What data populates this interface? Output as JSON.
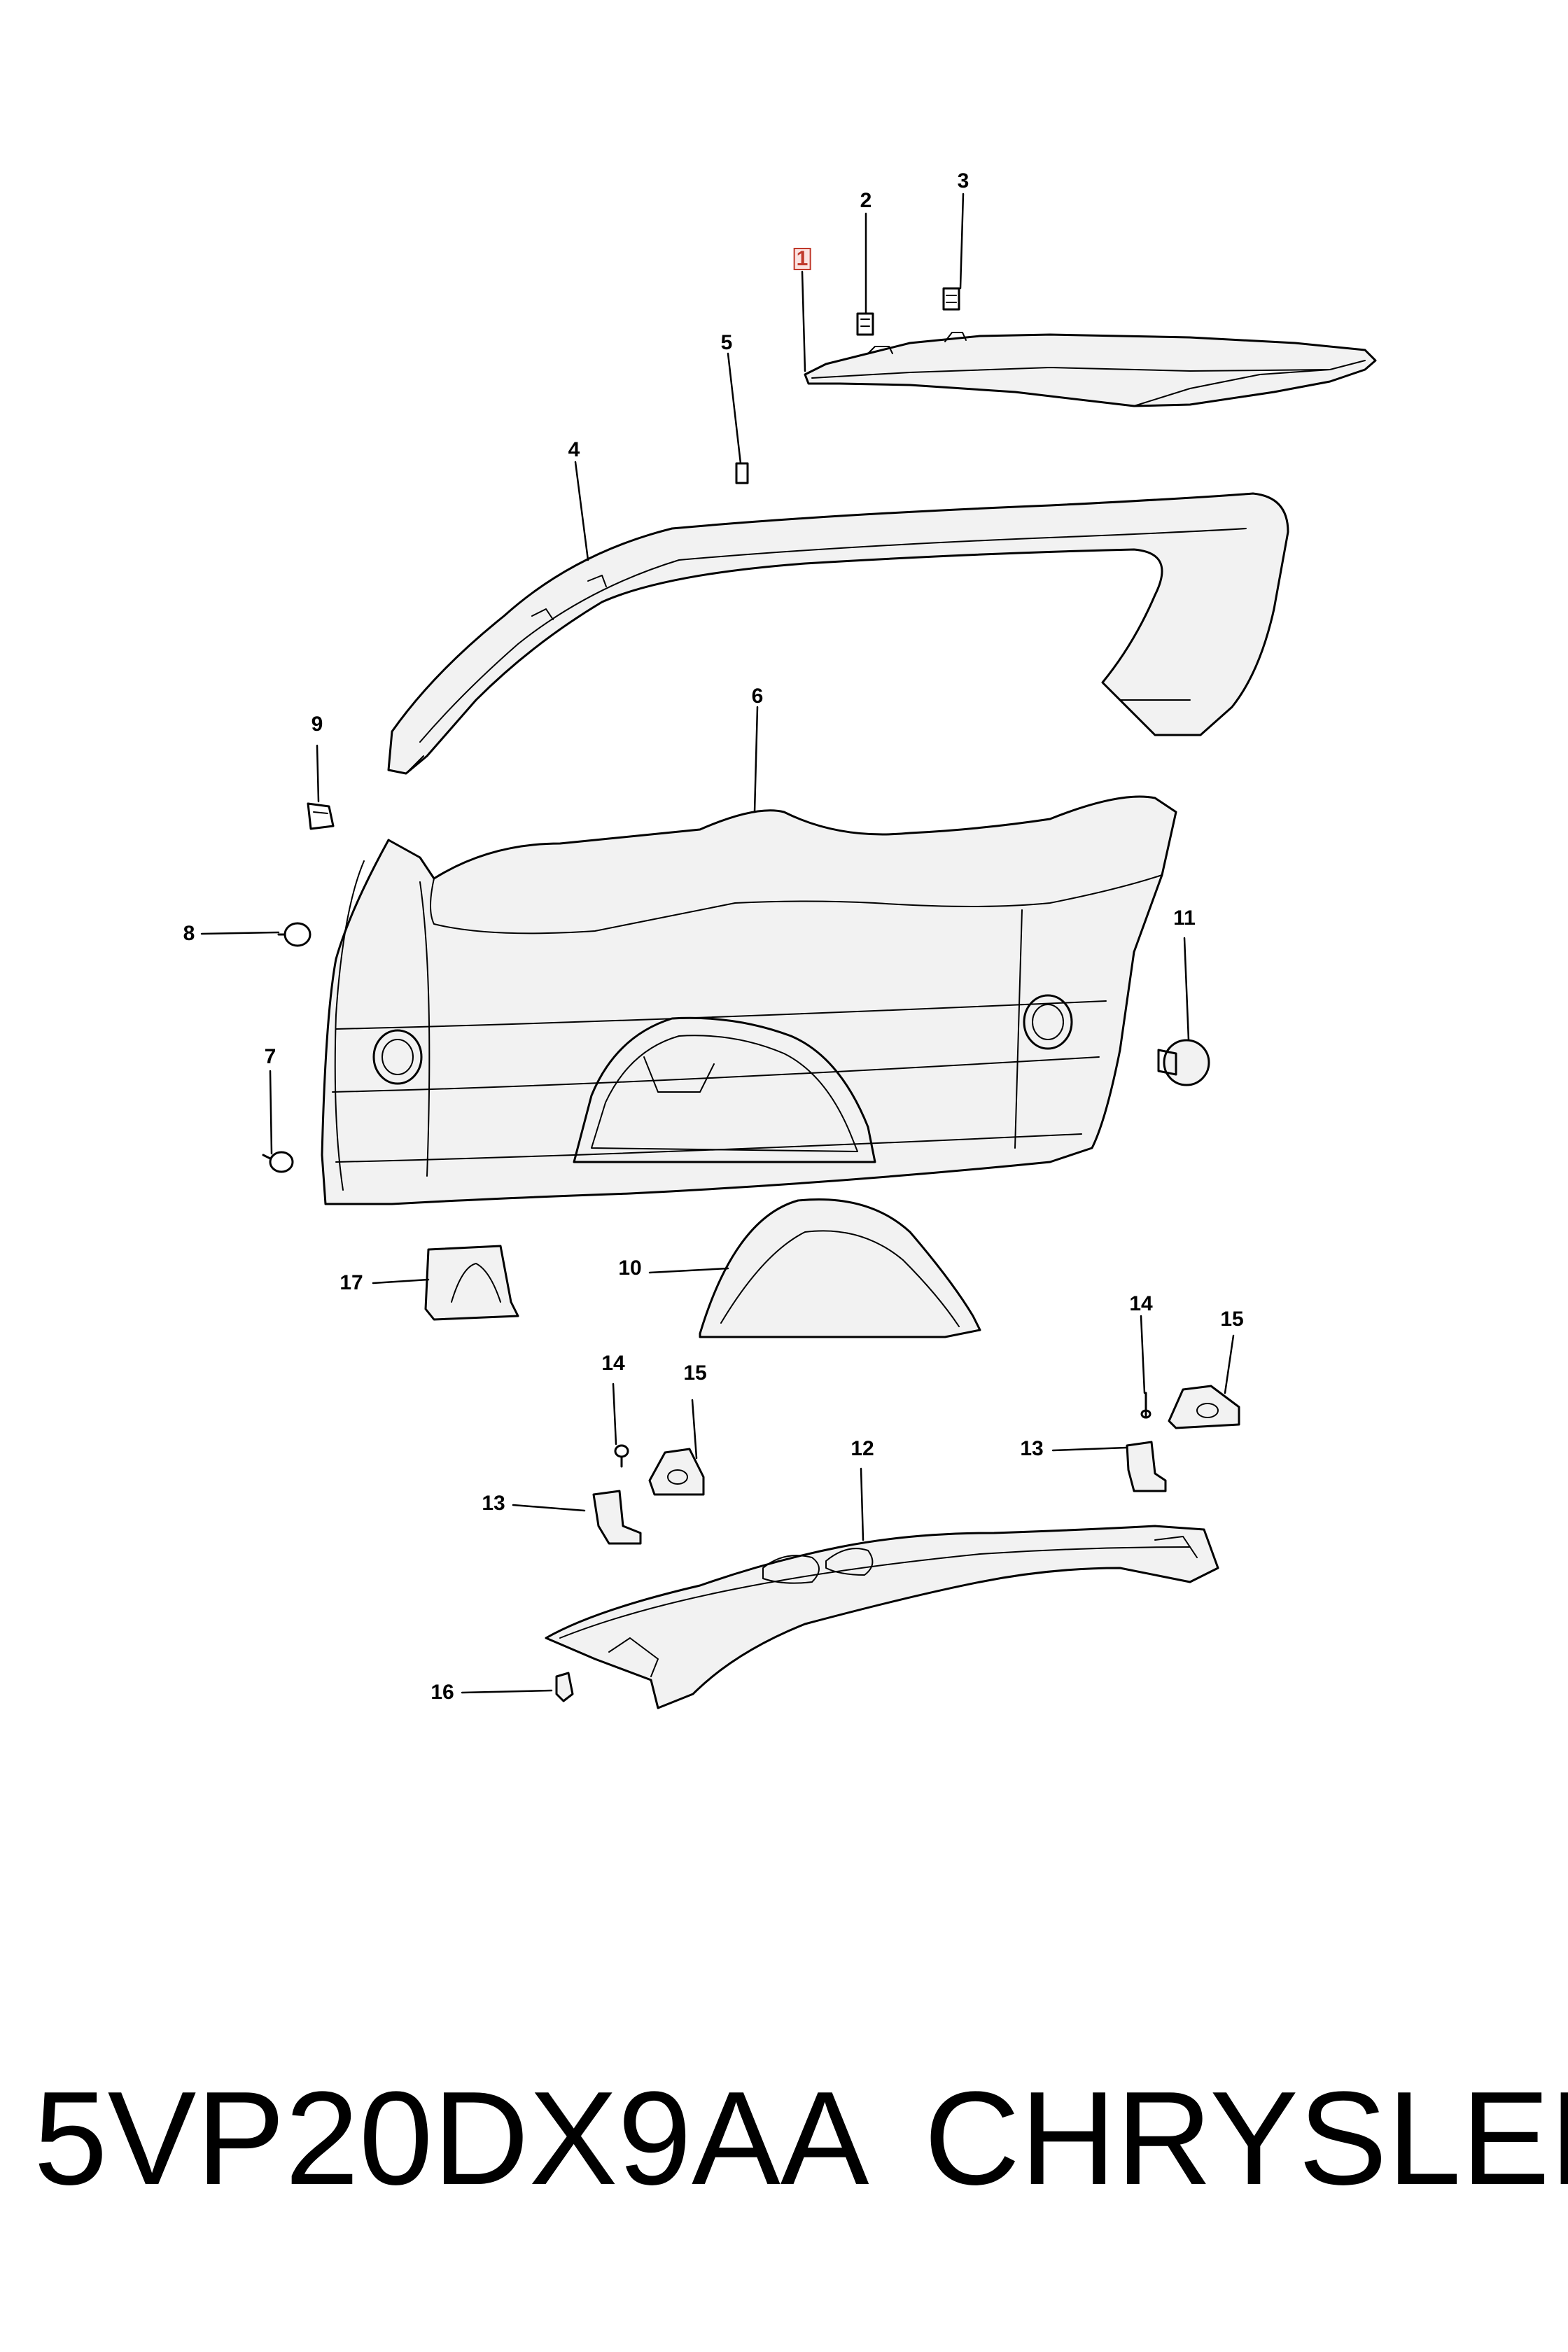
{
  "diagram": {
    "callouts": [
      {
        "id": "1",
        "label": "1",
        "highlighted": true
      },
      {
        "id": "2",
        "label": "2"
      },
      {
        "id": "3",
        "label": "3"
      },
      {
        "id": "4",
        "label": "4"
      },
      {
        "id": "5",
        "label": "5"
      },
      {
        "id": "6",
        "label": "6"
      },
      {
        "id": "7",
        "label": "7"
      },
      {
        "id": "8",
        "label": "8"
      },
      {
        "id": "9",
        "label": "9"
      },
      {
        "id": "10",
        "label": "10"
      },
      {
        "id": "11",
        "label": "11"
      },
      {
        "id": "12",
        "label": "12"
      },
      {
        "id": "13a",
        "label": "13"
      },
      {
        "id": "13b",
        "label": "13"
      },
      {
        "id": "14a",
        "label": "14"
      },
      {
        "id": "14b",
        "label": "14"
      },
      {
        "id": "15a",
        "label": "15"
      },
      {
        "id": "15b",
        "label": "15"
      },
      {
        "id": "16",
        "label": "16"
      },
      {
        "id": "17",
        "label": "17"
      }
    ],
    "highlight_color": "#c0392b"
  },
  "footer": {
    "part_number": "5VP20DX9AA",
    "brand": "CHRYSLER"
  }
}
